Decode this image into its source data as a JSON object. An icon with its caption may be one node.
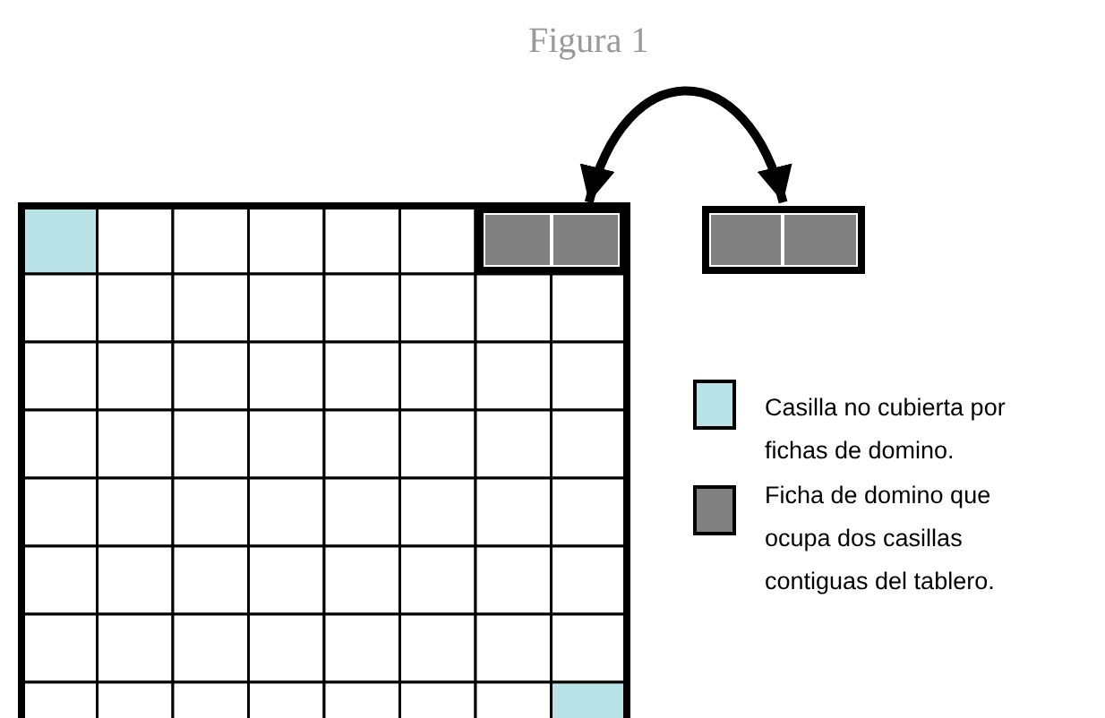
{
  "diagram": {
    "nodes": [
      {
        "text": [],
        "shape": "box"
      },
      {
        "text": [],
        "shape": "box"
      }
    ],
    "edges": [
      {
        "from": 1,
        "to": 0,
        "arrow": "both"
      }
    ],
    "labels": [
      "Figura 1"
    ],
    "legend": [
      {
        "text": "Casilla no cubierta por fichas de domino.",
        "color": "#b9e3e6"
      },
      {
        "text": "Ficha de domino que ocupa dos casillas contiguas del tablero.",
        "color": "#808080"
      }
    ]
  }
}
